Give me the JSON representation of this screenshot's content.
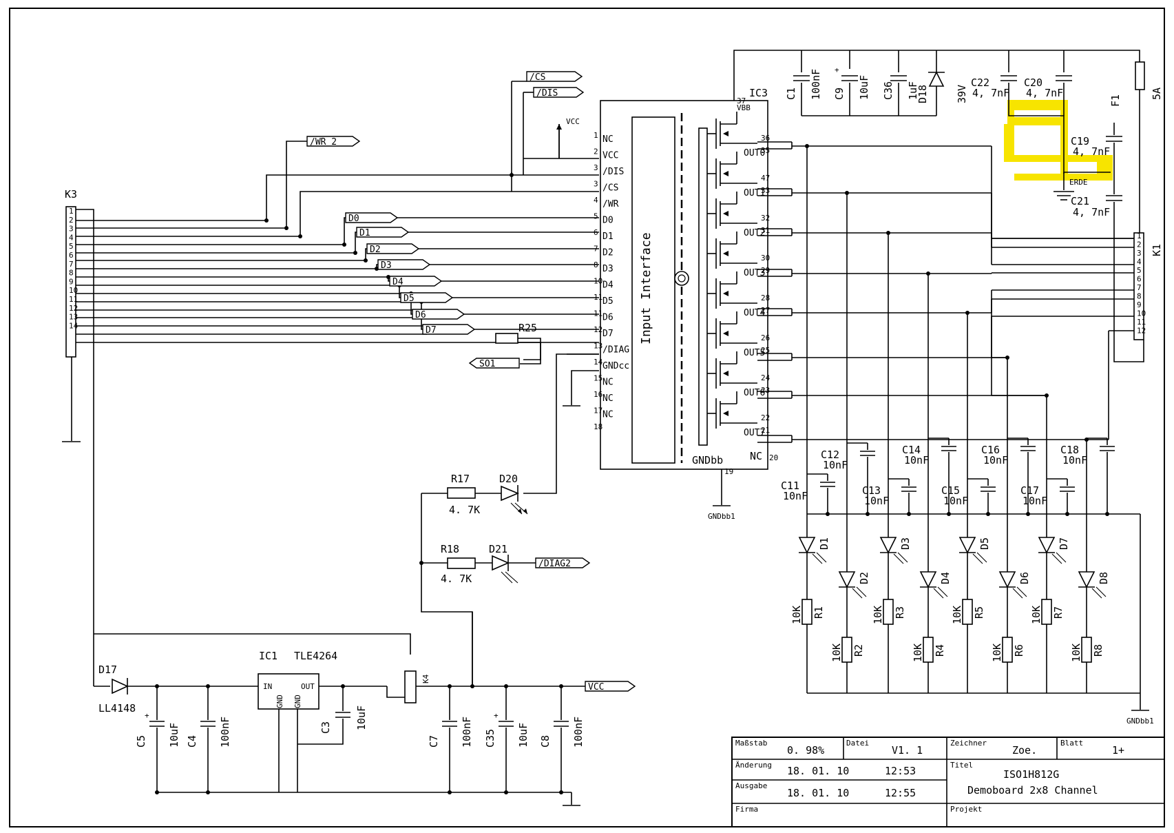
{
  "connector_k3": {
    "label": "K3",
    "pins": [
      "1",
      "2",
      "3",
      "4",
      "5",
      "6",
      "7",
      "8",
      "9",
      "10",
      "11",
      "12",
      "13",
      "14"
    ]
  },
  "connector_k1": {
    "label": "K1",
    "pins": [
      "1",
      "2",
      "3",
      "4",
      "5",
      "6",
      "7",
      "8",
      "9",
      "10",
      "11",
      "12"
    ]
  },
  "ic3": {
    "label": "IC3",
    "block_label": "Input Interface",
    "left_pins": [
      {
        "num": "1",
        "name": "NC"
      },
      {
        "num": "2",
        "name": "VCC"
      },
      {
        "num": "3",
        "name": "/DIS"
      },
      {
        "num": "3",
        "name": "/CS"
      },
      {
        "num": "4",
        "name": "/WR"
      },
      {
        "num": "5",
        "name": "D0"
      },
      {
        "num": "6",
        "name": "D1"
      },
      {
        "num": "7",
        "name": "D2"
      },
      {
        "num": "8",
        "name": "D3"
      },
      {
        "num": "10",
        "name": "D4"
      },
      {
        "num": "11",
        "name": "D5"
      },
      {
        "num": "11",
        "name": "D6"
      },
      {
        "num": "12",
        "name": "D7"
      },
      {
        "num": "13",
        "name": "/DIAG"
      },
      {
        "num": "14",
        "name": "GNDcc"
      },
      {
        "num": "15",
        "name": "NC"
      },
      {
        "num": "16",
        "name": "NC"
      },
      {
        "num": "17",
        "name": "NC"
      },
      {
        "num": "18",
        "name": ""
      }
    ],
    "outputs": [
      "OUT0",
      "OUT1",
      "OUT2",
      "OUT3",
      "OUT4",
      "OUT5",
      "OUT6",
      "OUT7"
    ],
    "out_pins": [
      [
        "36",
        "35"
      ],
      [
        "47",
        "33"
      ],
      [
        "32",
        "31"
      ],
      [
        "30",
        "29"
      ],
      [
        "28",
        "27"
      ],
      [
        "26",
        "25"
      ],
      [
        "24",
        "23"
      ],
      [
        "22",
        "21"
      ]
    ],
    "vbb": "VBB",
    "vbb_pin": "37",
    "gndbb": "GNDbb",
    "gnd_pin": "19",
    "nc": "NC",
    "nc_pin": "20"
  },
  "nets": {
    "cs": "/CS",
    "dis": "/DIS",
    "wr2": "/WR 2",
    "d0": "D0",
    "d1": "D1",
    "d2": "D2",
    "d3": "D3",
    "d4": "D4",
    "d5": "D5",
    "d6": "D6",
    "d7": "D7",
    "so1": "SO1",
    "vcc": "VCC",
    "vcc_out": "VCC",
    "diag2": "/DIAG2",
    "erde": "ERDE",
    "gndbb1_a": "GNDbb1",
    "gndbb1_b": "GNDbb1"
  },
  "parts": {
    "r25": {
      "ref": "R25"
    },
    "r17": {
      "ref": "R17",
      "value": "4. 7K"
    },
    "r18": {
      "ref": "R18",
      "value": "4. 7K"
    },
    "d20": {
      "ref": "D20"
    },
    "d21": {
      "ref": "D21"
    },
    "d17": {
      "ref": "D17",
      "value": "LL4148"
    },
    "ic1": {
      "ref": "IC1",
      "value": "TLE4264",
      "pin_in": "IN",
      "pin_out": "OUT",
      "pin_gnd1": "GND",
      "pin_gnd2": "GND"
    },
    "k4": {
      "ref": "K4"
    },
    "c5": {
      "ref": "C5",
      "value": "10uF"
    },
    "c4": {
      "ref": "C4",
      "value": "100nF"
    },
    "c3": {
      "ref": "C3",
      "value": "10uF"
    },
    "c7": {
      "ref": "C7",
      "value": "100nF"
    },
    "c35": {
      "ref": "C35",
      "value": "10uF"
    },
    "c8": {
      "ref": "C8",
      "value": "100nF"
    },
    "c1": {
      "ref": "C1",
      "value": "100nF"
    },
    "c9": {
      "ref": "C9",
      "value": "10uF"
    },
    "c36": {
      "ref": "C36",
      "value": "1uF"
    },
    "d18": {
      "ref": "D18",
      "value": "39V"
    },
    "c22": {
      "ref": "C22",
      "value": "4, 7nF"
    },
    "c20": {
      "ref": "C20",
      "value": "4, 7nF"
    },
    "f1": {
      "ref": "F1",
      "value": "5A"
    },
    "c19": {
      "ref": "C19",
      "value": "4, 7nF"
    },
    "c21": {
      "ref": "C21",
      "value": "4, 7nF"
    }
  },
  "out_caps": [
    {
      "ref": "C11",
      "value": "10nF"
    },
    {
      "ref": "C12",
      "value": "10nF"
    },
    {
      "ref": "C13",
      "value": "10nF"
    },
    {
      "ref": "C14",
      "value": "10nF"
    },
    {
      "ref": "C15",
      "value": "10nF"
    },
    {
      "ref": "C16",
      "value": "10nF"
    },
    {
      "ref": "C17",
      "value": "10nF"
    },
    {
      "ref": "C18",
      "value": "10nF"
    }
  ],
  "leds": [
    "D1",
    "D2",
    "D3",
    "D4",
    "D5",
    "D6",
    "D7",
    "D8"
  ],
  "led_resistors": [
    {
      "ref": "R1",
      "value": "10K"
    },
    {
      "ref": "R2",
      "value": "10K"
    },
    {
      "ref": "R3",
      "value": "10K"
    },
    {
      "ref": "R4",
      "value": "10K"
    },
    {
      "ref": "R5",
      "value": "10K"
    },
    {
      "ref": "R6",
      "value": "10K"
    },
    {
      "ref": "R7",
      "value": "10K"
    },
    {
      "ref": "R8",
      "value": "10K"
    }
  ],
  "title_block": {
    "scale_label": "Maßstab",
    "scale_value": "0. 98%",
    "file_label": "Datei",
    "file_value": "V1. 1",
    "drawer_label": "Zeichner",
    "drawer_value": "Zoe.",
    "sheet_label": "Blatt",
    "sheet_value": "1+",
    "change_label": "Änderung",
    "change_date": "18. 01. 10",
    "change_time": "12:53",
    "issue_label": "Ausgabe",
    "issue_date": "18. 01. 10",
    "issue_time": "12:55",
    "company_label": "Firma",
    "title_label": "Titel",
    "title_line1": "ISO1H812G",
    "title_line2": "Demoboard 2x8 Channel",
    "project_label": "Projekt"
  },
  "colors": {
    "highlight": "#f7e400",
    "ink": "#000000"
  }
}
